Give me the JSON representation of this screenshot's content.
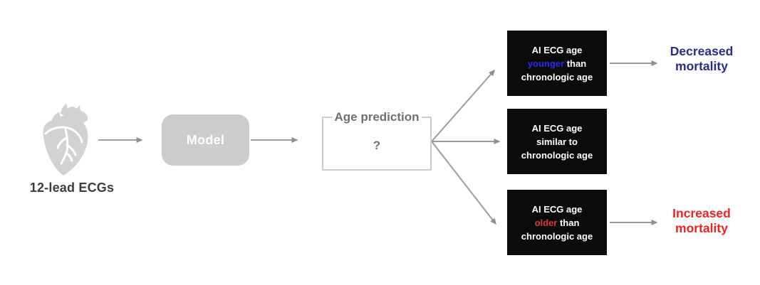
{
  "figure": {
    "input": {
      "label": "12-lead ECGs",
      "icon": "heart-icon"
    },
    "model": {
      "label": "Model"
    },
    "prediction": {
      "title": "Age prediction",
      "value": "?"
    },
    "outcomes": [
      {
        "line1": "AI ECG age",
        "highlight": "younger",
        "line2_rest": " than",
        "line3": "chronologic age",
        "highlight_color": "#2b2bf0",
        "result": "Decreased mortality",
        "result_color": "#2a2a8c"
      },
      {
        "line1": "AI ECG age",
        "highlight": "",
        "line2_rest": "similar to",
        "line3": "chronologic age"
      },
      {
        "line1": "AI ECG age",
        "highlight": "older",
        "line2_rest": " than",
        "line3": "chronologic age",
        "highlight_color": "#e03434",
        "result": "Increased mortality",
        "result_color": "#ee2222"
      }
    ],
    "colors": {
      "box_gray": "#cccccc",
      "heart_gray": "#d2d2d2",
      "arrow_gray": "#9a9a9a",
      "panel_black": "#0b0b0b",
      "muted_gray_text": "#6f6f6f",
      "dark_label_text": "#3d3d3d",
      "panel_text": "#ffffff"
    }
  }
}
